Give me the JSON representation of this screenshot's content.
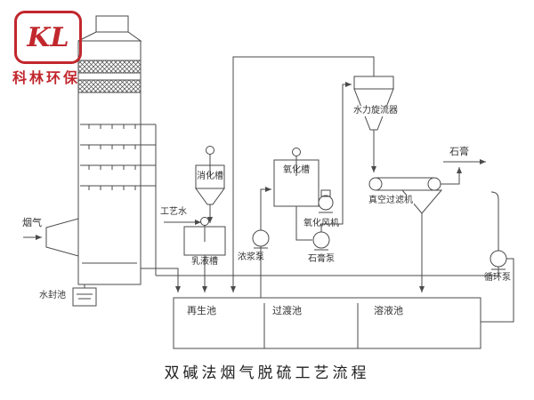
{
  "logo": {
    "initials": "KL",
    "name": "科林环保"
  },
  "colors": {
    "brand": "#c1272d",
    "line": "#4a4a4a",
    "text": "#333333"
  },
  "diagram": {
    "caption": "双碱法烟气脱硫工艺流程",
    "labels": {
      "flue_gas": "烟气",
      "water_seal_pool": "水封池",
      "process_water": "工艺水",
      "digestion_tank": "消化槽",
      "emulsion_tank": "乳液槽",
      "oxidation_tank": "氧化槽",
      "oxidation_fan": "氧化风机",
      "slurry_pump": "浓浆泵",
      "gypsum_pump": "石膏泵",
      "hydrocyclone": "水力旋流器",
      "vacuum_filter": "真空过滤机",
      "gypsum": "石膏",
      "circulation_pump": "循环泵",
      "regeneration_pool": "再生池",
      "transition_pool": "过渡池",
      "solution_pool": "溶液池"
    }
  }
}
